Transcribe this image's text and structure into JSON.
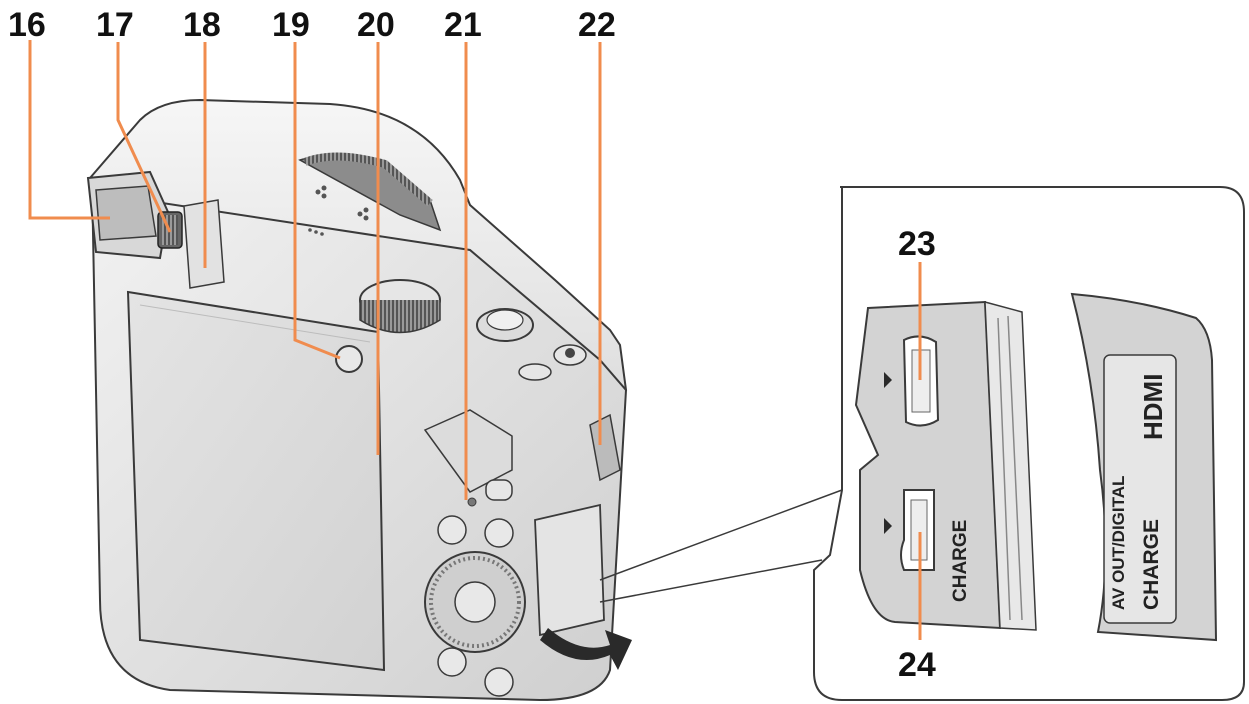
{
  "callouts": [
    {
      "id": "16",
      "label": "16"
    },
    {
      "id": "17",
      "label": "17"
    },
    {
      "id": "18",
      "label": "18"
    },
    {
      "id": "19",
      "label": "19"
    },
    {
      "id": "20",
      "label": "20"
    },
    {
      "id": "21",
      "label": "21"
    },
    {
      "id": "22",
      "label": "22"
    },
    {
      "id": "23",
      "label": "23"
    },
    {
      "id": "24",
      "label": "24"
    }
  ],
  "inset": {
    "port_label_charge": "CHARGE",
    "hdmi_label": "HDMI",
    "av_label": "AV OUT/DIGITAL",
    "charge_label": "CHARGE"
  },
  "colors": {
    "leader": "#f08c4e",
    "body_light": "#e7e7e7",
    "body_mid": "#cfcfcf",
    "body_dark": "#a9a9a9",
    "outline": "#3a3a3a"
  }
}
